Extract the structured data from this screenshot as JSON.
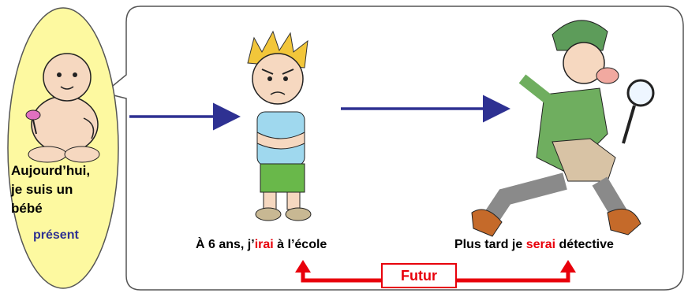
{
  "baby": {
    "line1": "Aujourd’hui,",
    "line2": "je suis un",
    "line3": "bébé",
    "tense": "présent"
  },
  "child": {
    "caption_start": "À 6 ans, j’",
    "verb": "irai",
    "caption_end": " à l’école"
  },
  "detective": {
    "caption_start": "Plus tard je ",
    "verb": "serai",
    "caption_end": " détective"
  },
  "tense_box": "Futur",
  "colors": {
    "ellipse_fill": "#fdf9a0",
    "arrow_blue": "#2e3192",
    "tense_red": "#e8000b",
    "present_blue": "#2e3192"
  }
}
